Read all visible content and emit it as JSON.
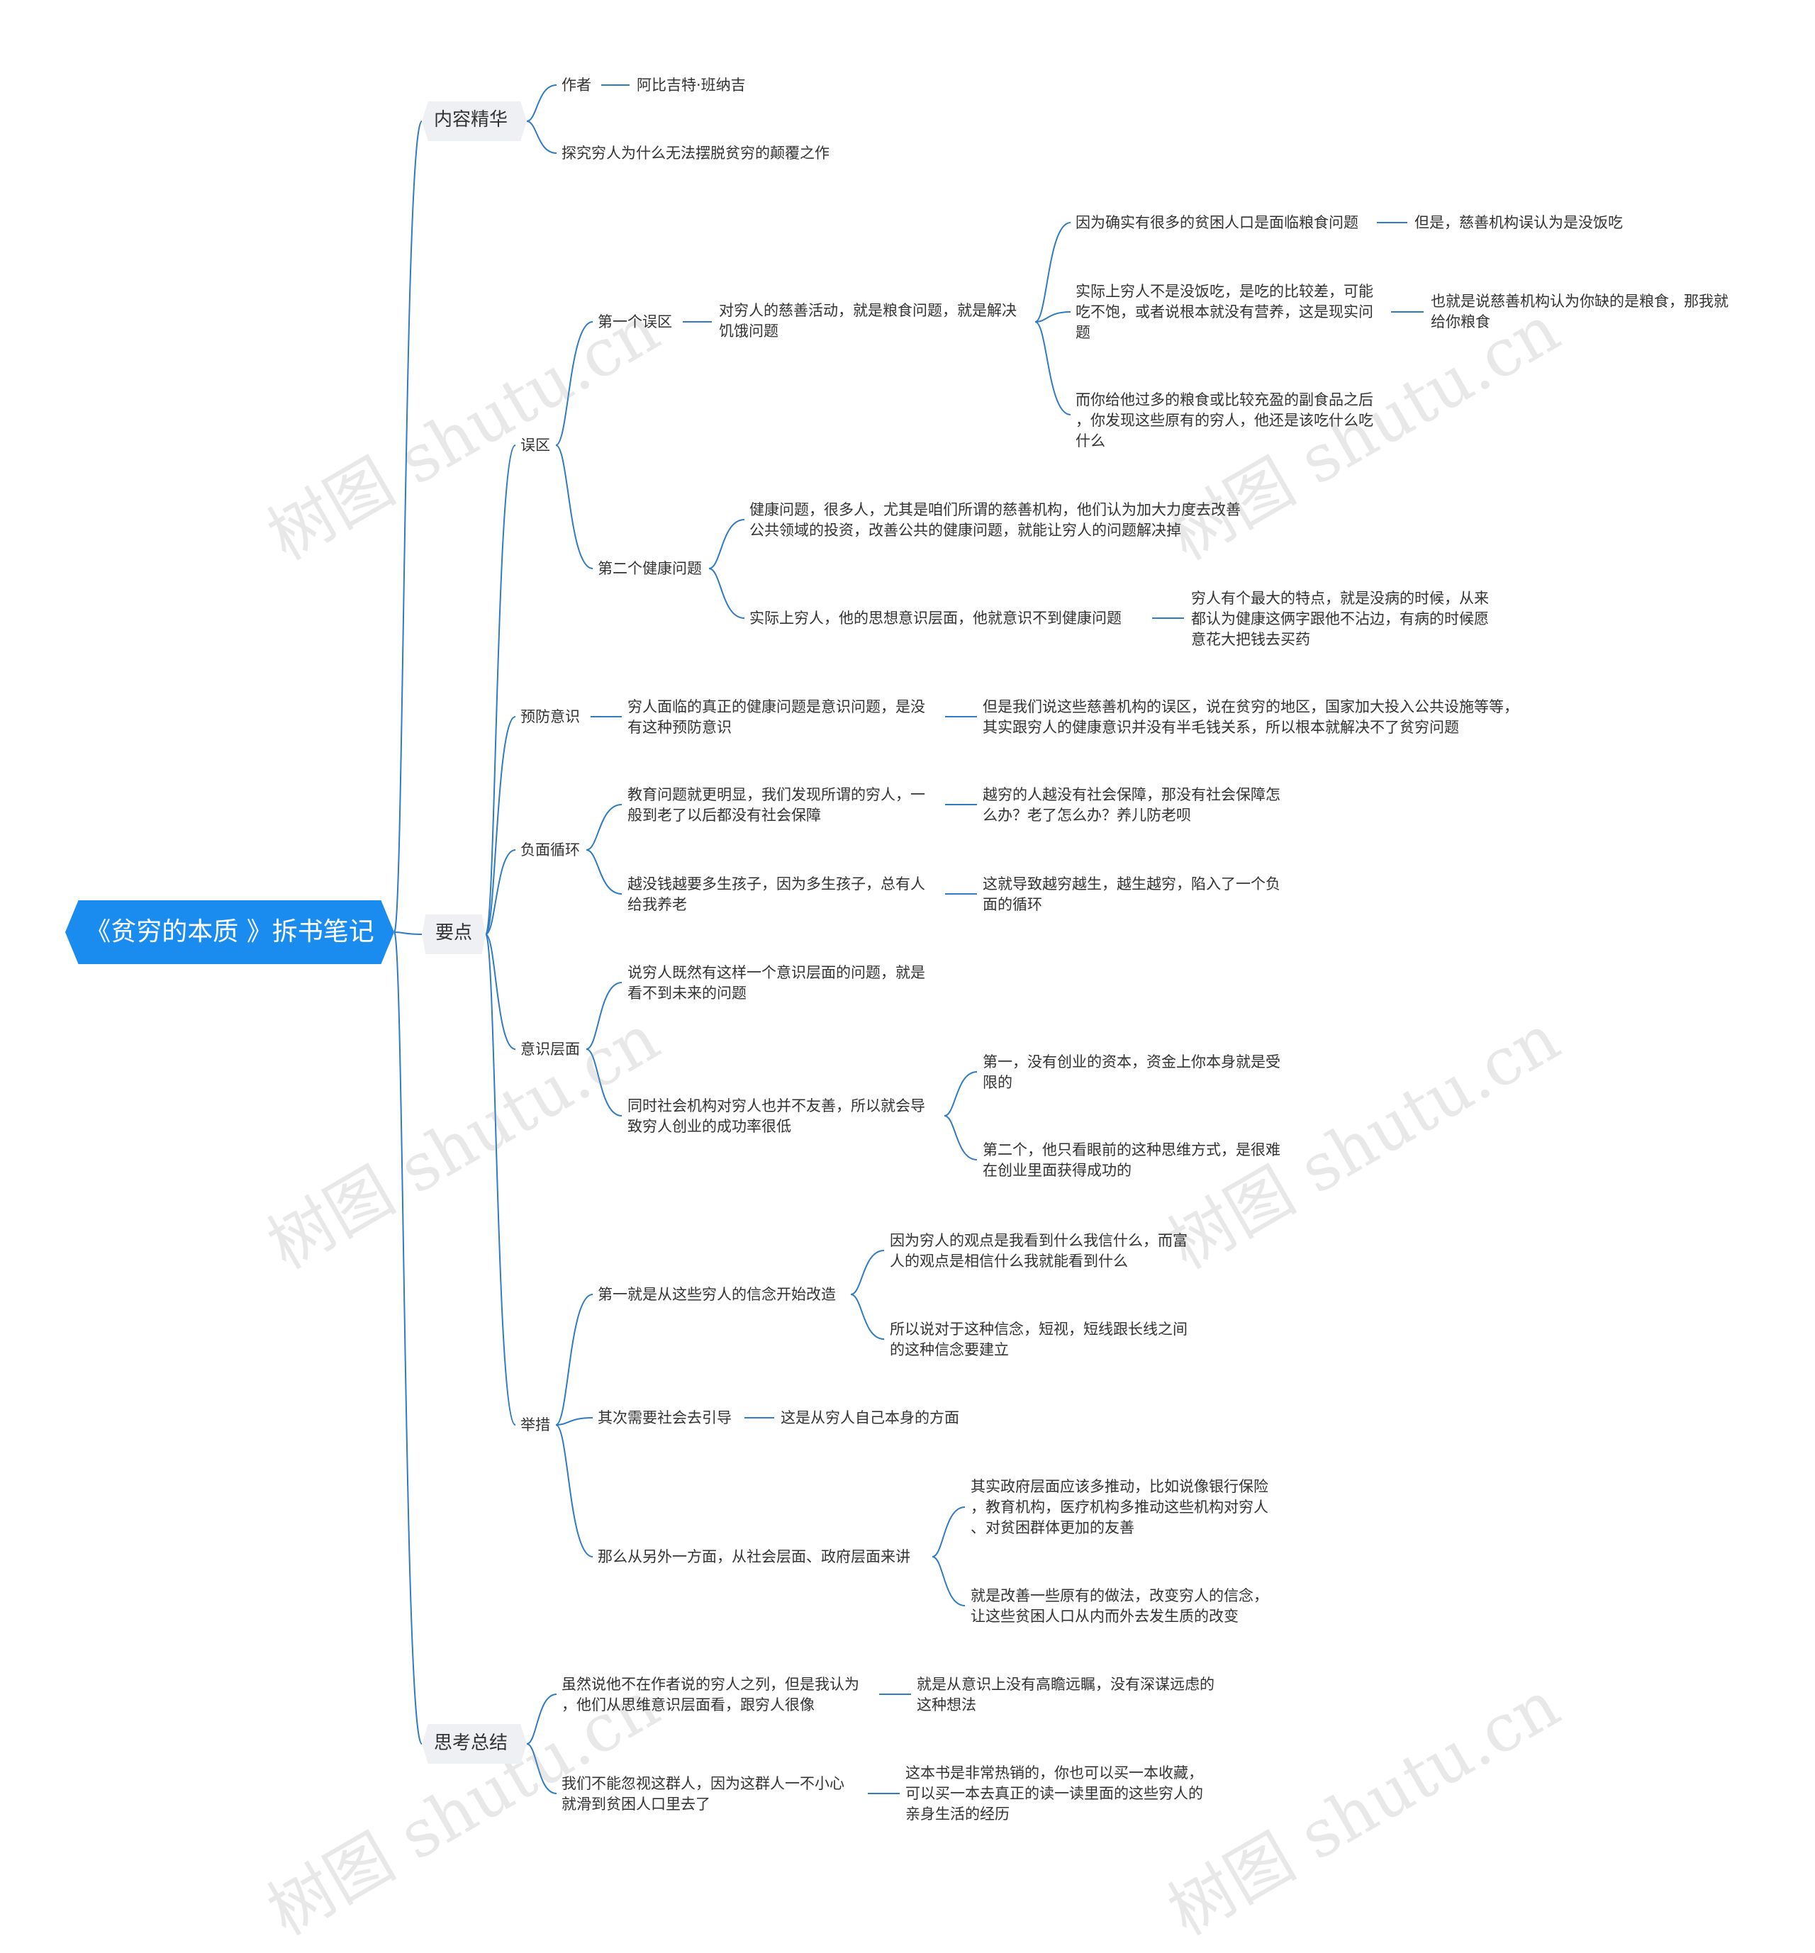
{
  "root": "《贫穷的本质 》拆书笔记",
  "content": {
    "label": "内容精华",
    "author_key": "作者",
    "author": "阿比吉特·班纳吉",
    "desc": "探究穷人为什么无法摆脱贫穷的颠覆之作"
  },
  "points": {
    "label": "要点",
    "wuqu": {
      "label": "误区",
      "first": {
        "label": "第一个误区",
        "text": [
          "对穷人的慈善活动，就是粮食问题，就是解决",
          "饥饿问题"
        ],
        "a": "因为确实有很多的贫困人口是面临粮食问题",
        "a2": "但是，慈善机构误认为是没饭吃",
        "b": [
          "实际上穷人不是没饭吃，是吃的比较差，可能",
          "吃不饱，或者说根本就没有营养，这是现实问",
          "题"
        ],
        "b2": [
          "也就是说慈善机构认为你缺的是粮食，那我就",
          "给你粮食"
        ],
        "c": [
          "而你给他过多的粮食或比较充盈的副食品之后",
          "，你发现这些原有的穷人，他还是该吃什么吃",
          "什么"
        ]
      },
      "second": {
        "label": "第二个健康问题",
        "a": [
          "健康问题，很多人，尤其是咱们所谓的慈善机构，他们认为加大力度去改善",
          "公共领域的投资，改善公共的健康问题，就能让穷人的问题解决掉"
        ],
        "b": "实际上穷人，他的思想意识层面，他就意识不到健康问题",
        "b2": [
          "穷人有个最大的特点，就是没病的时候，从来",
          "都认为健康这俩字跟他不沾边，有病的时候愿",
          "意花大把钱去买药"
        ]
      }
    },
    "yufang": {
      "label": "预防意识",
      "a": [
        "穷人面临的真正的健康问题是意识问题，是没",
        "有这种预防意识"
      ],
      "a2": [
        "但是我们说这些慈善机构的误区，说在贫穷的地区，国家加大投入公共设施等等，",
        "其实跟穷人的健康意识并没有半毛钱关系，所以根本就解决不了贫穷问题"
      ]
    },
    "fumian": {
      "label": "负面循环",
      "a": [
        "教育问题就更明显，我们发现所谓的穷人，一",
        "般到老了以后都没有社会保障"
      ],
      "a2": [
        "越穷的人越没有社会保障，那没有社会保障怎",
        "么办？老了怎么办？养儿防老呗"
      ],
      "b": [
        "越没钱越要多生孩子，因为多生孩子，总有人",
        "给我养老"
      ],
      "b2": [
        "这就导致越穷越生，越生越穷，陷入了一个负",
        "面的循环"
      ]
    },
    "yishi": {
      "label": "意识层面",
      "a": [
        "说穷人既然有这样一个意识层面的问题，就是",
        "看不到未来的问题"
      ],
      "b": [
        "同时社会机构对穷人也并不友善，所以就会导",
        "致穷人创业的成功率很低"
      ],
      "b1": [
        "第一，没有创业的资本，资金上你本身就是受",
        "限的"
      ],
      "b2": [
        "第二个，他只看眼前的这种思维方式，是很难",
        "在创业里面获得成功的"
      ]
    },
    "jucuo": {
      "label": "举措",
      "a": "第一就是从这些穷人的信念开始改造",
      "a1": [
        "因为穷人的观点是我看到什么我信什么，而富",
        "人的观点是相信什么我就能看到什么"
      ],
      "a2": [
        "所以说对于这种信念，短视，短线跟长线之间",
        "的这种信念要建立"
      ],
      "b": "其次需要社会去引导",
      "b2": "这是从穷人自己本身的方面",
      "c": "那么从另外一方面，从社会层面、政府层面来讲",
      "c1": [
        "其实政府层面应该多推动，比如说像银行保险",
        "，教育机构，医疗机构多推动这些机构对穷人",
        "、对贫困群体更加的友善"
      ],
      "c2": [
        "就是改善一些原有的做法，改变穷人的信念，",
        "让这些贫困人口从内而外去发生质的改变"
      ]
    }
  },
  "summary": {
    "label": "思考总结",
    "a": [
      "虽然说他不在作者说的穷人之列，但是我认为",
      "，他们从思维意识层面看，跟穷人很像"
    ],
    "a2": [
      "就是从意识上没有高瞻远瞩，没有深谋远虑的",
      "这种想法"
    ],
    "b": [
      "我们不能忽视这群人，因为这群人一不小心",
      "就滑到贫困人口里去了"
    ],
    "b2": [
      "这本书是非常热销的，你也可以买一本收藏，",
      "可以买一本去真正的读一读里面的这些穷人的",
      "亲身生活的经历"
    ]
  },
  "watermark": "树图 shutu.cn",
  "colors": {
    "line": "#2f7bc4",
    "root": "#1a8cf0",
    "l1": "#eef0f4"
  }
}
